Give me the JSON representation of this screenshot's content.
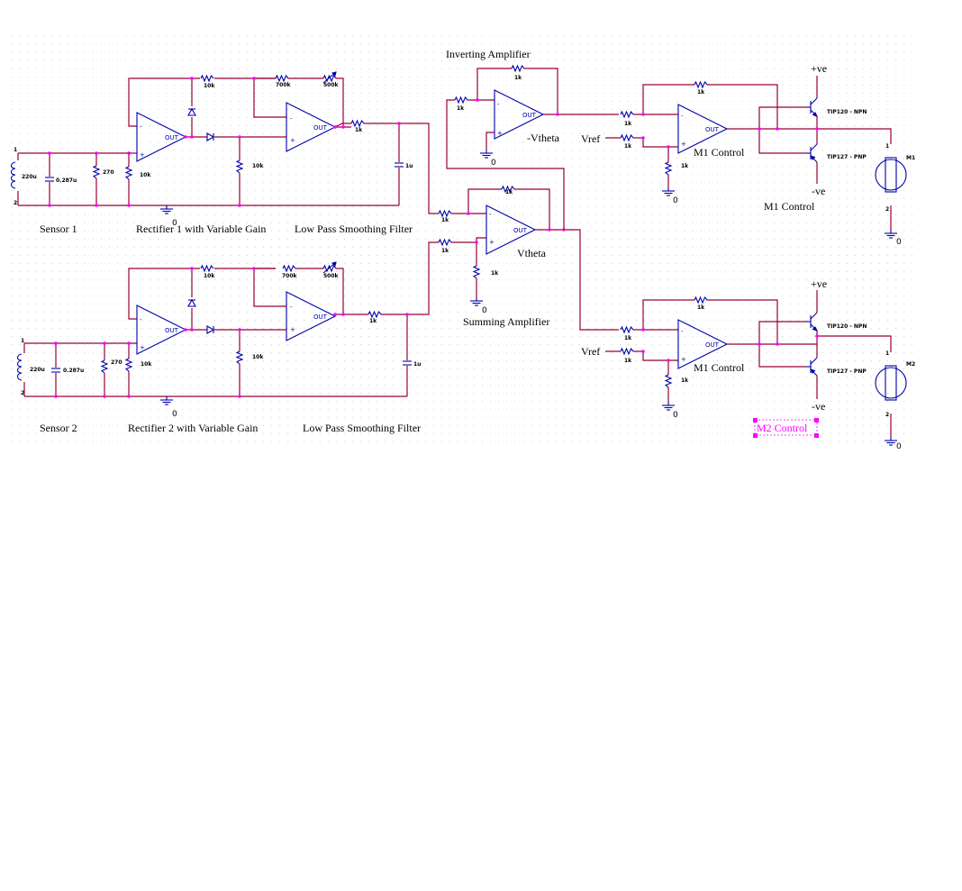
{
  "labels": {
    "sensor1": "Sensor 1",
    "rectifier1": "Rectifier 1 with Variable Gain",
    "lpf1": "Low Pass Smoothing Filter",
    "sensor2": "Sensor 2",
    "rectifier2": "Rectifier 2 with Variable Gain",
    "lpf2": "Low Pass Smoothing Filter",
    "inverting": "Inverting Amplifier",
    "neg_vtheta": "-Vtheta",
    "vtheta": "Vtheta",
    "summing": "Summing Amplifier",
    "vref_top": "Vref",
    "vref_bot": "Vref",
    "m1_control_a": "M1 Control",
    "m1_control_b": "M1 Control",
    "m1_control_c": "M1 Control",
    "m2_control": "M2 Control"
  },
  "parts": {
    "r_feedback": "10k",
    "r_700k": "700k",
    "r_500k": "500k",
    "r_1k": "1k",
    "r_10k": "10k",
    "r_270": "270",
    "inductor": "220u",
    "cap_sensor": "0.287u",
    "cap_filter": "1u",
    "npn": "TIP120 - NPN",
    "pnp": "TIP127 - PNP",
    "pos": "+ve",
    "neg": "-ve",
    "motor1": "M1",
    "motor2": "M2",
    "ground": "0",
    "opamp_out": "OUT",
    "pin1": "1",
    "pin2": "2",
    "plus": "+",
    "minus": "-"
  }
}
